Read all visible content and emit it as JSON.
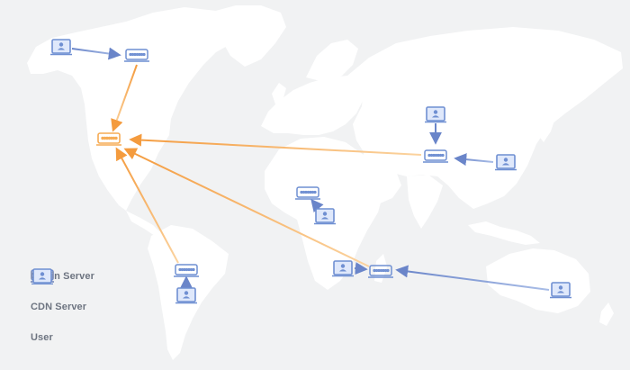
{
  "legend": {
    "origin_label": "Origin Server",
    "cdn_label": "CDN Server",
    "user_label": "User"
  },
  "colors": {
    "background": "#f1f2f3",
    "land": "#ffffff",
    "origin": "#f6ac55",
    "cdn": "#6f8fd2",
    "user_stroke": "#6f8fd2",
    "user_fill": "#dfe8fb",
    "origin_line_from": "#f49b3e",
    "origin_line_to": "#fbd39f",
    "cdn_line_from": "#6a85c9",
    "cdn_line_to": "#a9bde7",
    "text": "#6d7480"
  },
  "nodes": [
    {
      "id": "origin",
      "kind": "origin-server",
      "region": "north-america"
    },
    {
      "id": "cdn-alaska",
      "kind": "cdn-server",
      "region": "alaska"
    },
    {
      "id": "cdn-south-america",
      "kind": "cdn-server",
      "region": "south-america"
    },
    {
      "id": "cdn-africa",
      "kind": "cdn-server",
      "region": "central-africa"
    },
    {
      "id": "cdn-asia",
      "kind": "cdn-server",
      "region": "east-asia"
    },
    {
      "id": "cdn-madagascar",
      "kind": "cdn-server",
      "region": "madagascar"
    },
    {
      "id": "user-alaska",
      "kind": "user",
      "region": "alaska"
    },
    {
      "id": "user-south-america",
      "kind": "user",
      "region": "south-america"
    },
    {
      "id": "user-africa",
      "kind": "user",
      "region": "central-africa"
    },
    {
      "id": "user-asia-north",
      "kind": "user",
      "region": "central-asia"
    },
    {
      "id": "user-asia-east",
      "kind": "user",
      "region": "east-asia"
    },
    {
      "id": "user-madagascar",
      "kind": "user",
      "region": "madagascar"
    },
    {
      "id": "user-australia",
      "kind": "user",
      "region": "australia"
    }
  ],
  "links": [
    {
      "from": "user-alaska",
      "to": "cdn-alaska",
      "kind": "user-to-cdn"
    },
    {
      "from": "user-south-america",
      "to": "cdn-south-america",
      "kind": "user-to-cdn"
    },
    {
      "from": "user-africa",
      "to": "cdn-africa",
      "kind": "user-to-cdn"
    },
    {
      "from": "user-asia-north",
      "to": "cdn-asia",
      "kind": "user-to-cdn"
    },
    {
      "from": "user-asia-east",
      "to": "cdn-asia",
      "kind": "user-to-cdn"
    },
    {
      "from": "user-madagascar",
      "to": "cdn-madagascar",
      "kind": "user-to-cdn"
    },
    {
      "from": "user-australia",
      "to": "cdn-madagascar",
      "kind": "user-to-cdn"
    },
    {
      "from": "cdn-alaska",
      "to": "origin",
      "kind": "cdn-to-origin"
    },
    {
      "from": "cdn-south-america",
      "to": "origin",
      "kind": "cdn-to-origin"
    },
    {
      "from": "cdn-asia",
      "to": "origin",
      "kind": "cdn-to-origin"
    },
    {
      "from": "cdn-madagascar",
      "to": "origin",
      "kind": "cdn-to-origin"
    }
  ]
}
